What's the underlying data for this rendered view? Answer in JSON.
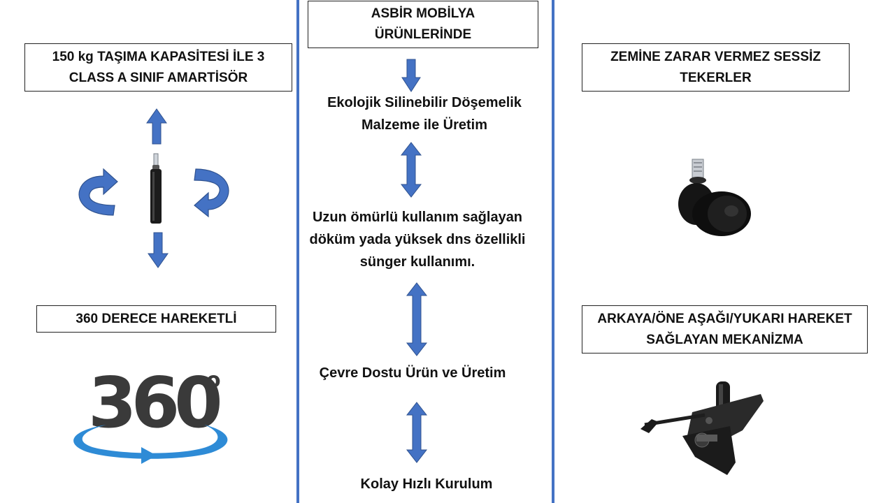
{
  "center": {
    "title": "ASBİR MOBİLYA\nÜRÜNLERİNDE",
    "items": [
      "Ekolojik Silinebilir Döşemelik\nMalzeme ile Üretim",
      "Uzun ömürlü kullanım sağlayan\ndöküm yada yüksek dns özellikli\nsünger kullanımı.",
      "Çevre Dostu Ürün ve Üretim",
      "Kolay Hızlı Kurulum"
    ]
  },
  "left": {
    "box1": "150 kg TAŞIMA KAPASİTESİ İLE 3\nCLASS A SINIF AMARTİSÖR",
    "box2": "360 DERECE HAREKETLİ",
    "logo_number": "360",
    "logo_degree": "o"
  },
  "right": {
    "box1": "ZEMİNE ZARAR VERMEZ SESSİZ\nTEKERLER",
    "box2": "ARKAYA/ÖNE AŞAĞI/YUKARI HAREKET\nSAĞLAYAN MEKANİZMA"
  },
  "colors": {
    "accent": "#4472c4",
    "arrow_fill": "#4472c4",
    "arrow_stroke": "#2f528f",
    "text": "#111111"
  },
  "icons": [
    "up-arrow",
    "down-arrow",
    "rotate-left-arrow",
    "rotate-right-arrow",
    "double-arrow",
    "gas-cylinder",
    "caster-wheel",
    "chair-mechanism",
    "360-logo"
  ]
}
